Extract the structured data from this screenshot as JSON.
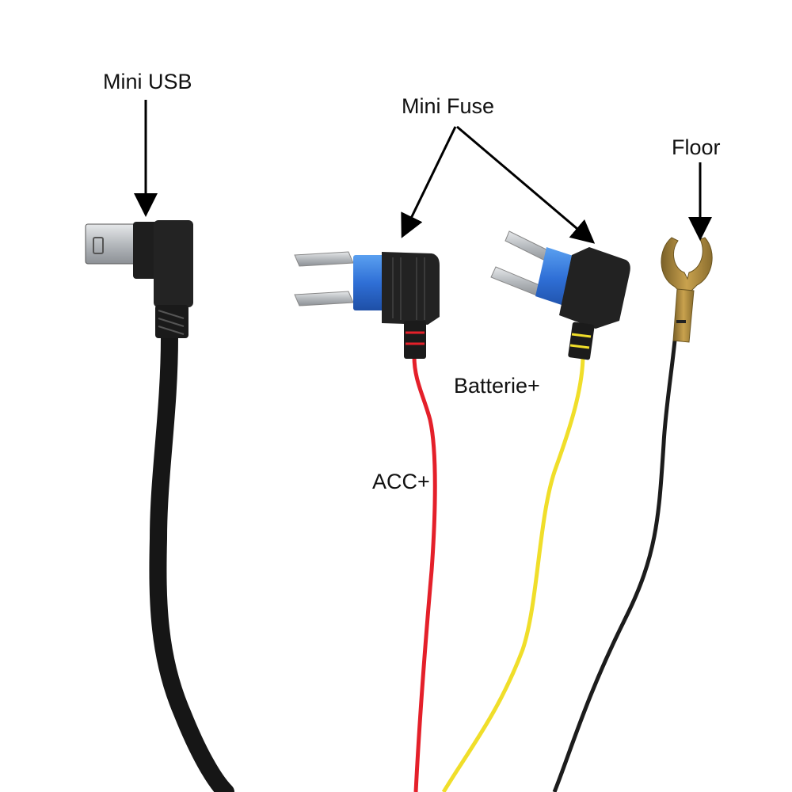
{
  "figure": {
    "title": "Hardwire kit wiring diagram",
    "background": "#ffffff"
  },
  "labels": {
    "mini_usb": "Mini USB",
    "mini_fuse": "Mini Fuse",
    "floor": "Floor",
    "batterie": "Batterie+",
    "acc": "ACC+"
  },
  "components": [
    {
      "id": "mini-usb-plug",
      "name": "Mini USB right-angle plug",
      "color": "#1a1a1a"
    },
    {
      "id": "fuse-tap-acc",
      "name": "Mini fuse tap (ACC+)",
      "fuse_color": "#2f6fd6",
      "wire_color": "#e8202a"
    },
    {
      "id": "fuse-tap-battery",
      "name": "Mini fuse tap (Batterie+)",
      "fuse_color": "#2f6fd6",
      "wire_color": "#f2e02a"
    },
    {
      "id": "ground-ring",
      "name": "Ground fork terminal (Floor)",
      "terminal_color": "#a88a3a",
      "wire_color": "#1a1a1a"
    }
  ],
  "colors": {
    "cable_black": "#161616",
    "wire_red": "#e4202a",
    "wire_yellow": "#f0de2a",
    "wire_black": "#1c1c1c",
    "fuse_blue": "#2f6fd6",
    "blade_silver": "#b8bcc0",
    "brass": "#b08d3a",
    "arrow": "#000000"
  }
}
